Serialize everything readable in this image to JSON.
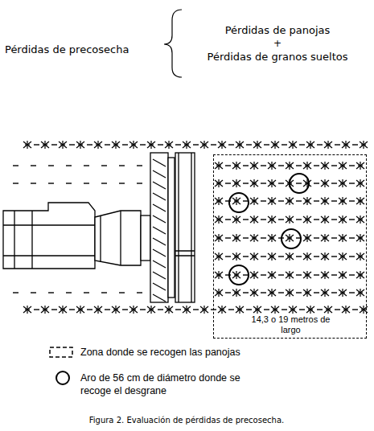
{
  "diagram": {
    "caption": "Figura 2. Evaluación de pérdidas de precosecha.",
    "nodes": [
      {
        "text": [
          "14,3 o 19 metros de largo"
        ]
      }
    ],
    "labels": [
      "Pérdidas de precosecha",
      "Pérdidas de panojas",
      "+",
      "Pérdidas de granos sueltos"
    ],
    "legend": [
      {
        "text": "Zona donde se recogen las panojas"
      },
      {
        "text": "Aro de 56 cm de diámetro donde se recoge el desgrane"
      }
    ]
  }
}
